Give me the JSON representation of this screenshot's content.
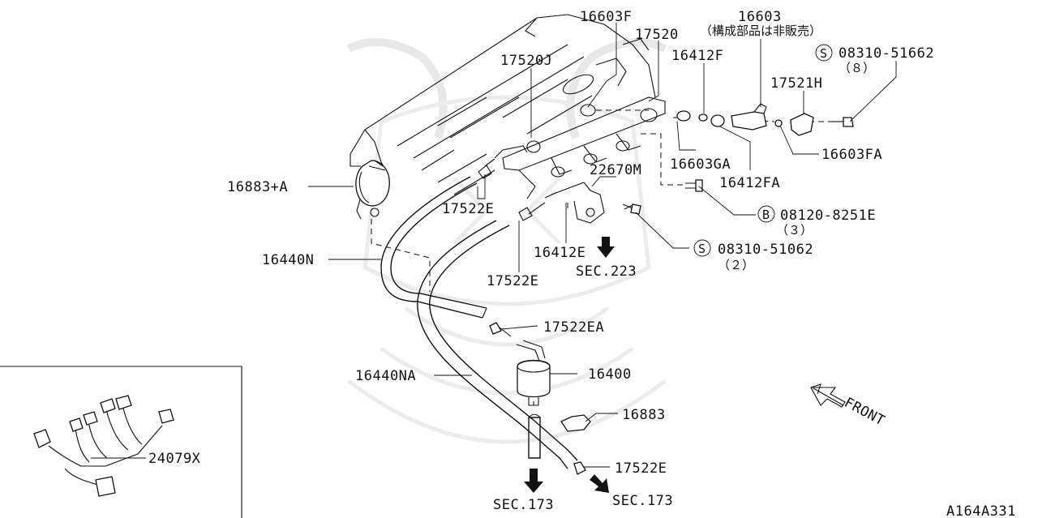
{
  "callouts": {
    "c16603F": "16603F",
    "c17520": "17520",
    "c16603": "16603",
    "c16603_note": "（構成部品は非販売）",
    "c17520J": "17520J",
    "c16412F": "16412F",
    "c08310_51662": "08310-51662",
    "c08310_51662_qty": "（８）",
    "c17521H": "17521H",
    "c16603FA": "16603FA",
    "c16603GA": "16603GA",
    "c16412FA": "16412FA",
    "c22670M": "22670M",
    "c16883A": "16883+A",
    "c17522E_1": "17522E",
    "c08120_8251E": "08120-8251E",
    "c08120_8251E_qty": "（３）",
    "c16412E": "16412E",
    "c08310_51062": "08310-51062",
    "c08310_51062_qty": "（２）",
    "c16440N": "16440N",
    "sec223": "SEC.223",
    "c17522E_2": "17522E",
    "c17522EA": "17522EA",
    "c16400": "16400",
    "c16440NA": "16440NA",
    "c16883": "16883",
    "c17522E_3": "17522E",
    "c24079X": "24079X",
    "sec173_1": "SEC.173",
    "sec173_2": "SEC.173",
    "front": "FRONT",
    "figure_id": "A164A331"
  },
  "symbols": {
    "s_letter": "S",
    "b_letter": "B"
  }
}
